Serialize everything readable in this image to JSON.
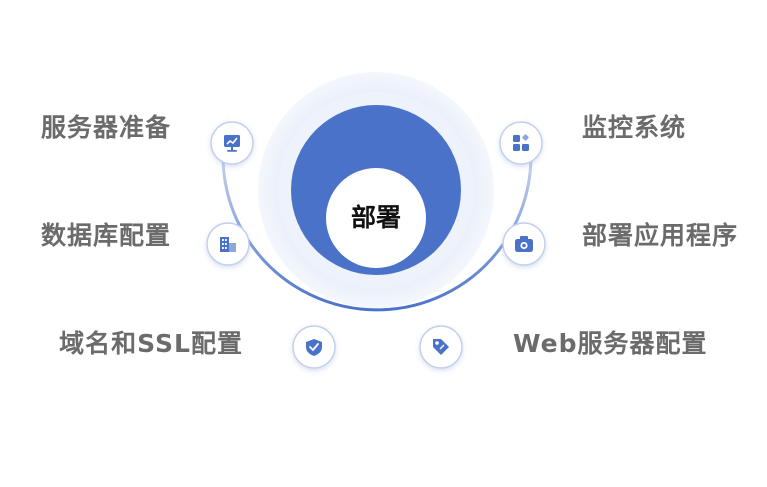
{
  "center": {
    "title": "部署"
  },
  "colors": {
    "accent": "#4a72c9",
    "ring_light": "#e9eefa",
    "label": "#6b6b6b",
    "title": "#111111"
  },
  "nodes": [
    {
      "label": "服务器准备",
      "icon": "monitor-chart-icon"
    },
    {
      "label": "数据库配置",
      "icon": "building-icon"
    },
    {
      "label": "域名和SSL配置",
      "icon": "shield-check-icon"
    },
    {
      "label": "Web服务器配置",
      "icon": "tag-icon"
    },
    {
      "label": "部署应用程序",
      "icon": "camera-icon"
    },
    {
      "label": "监控系统",
      "icon": "app-grid-icon"
    }
  ]
}
